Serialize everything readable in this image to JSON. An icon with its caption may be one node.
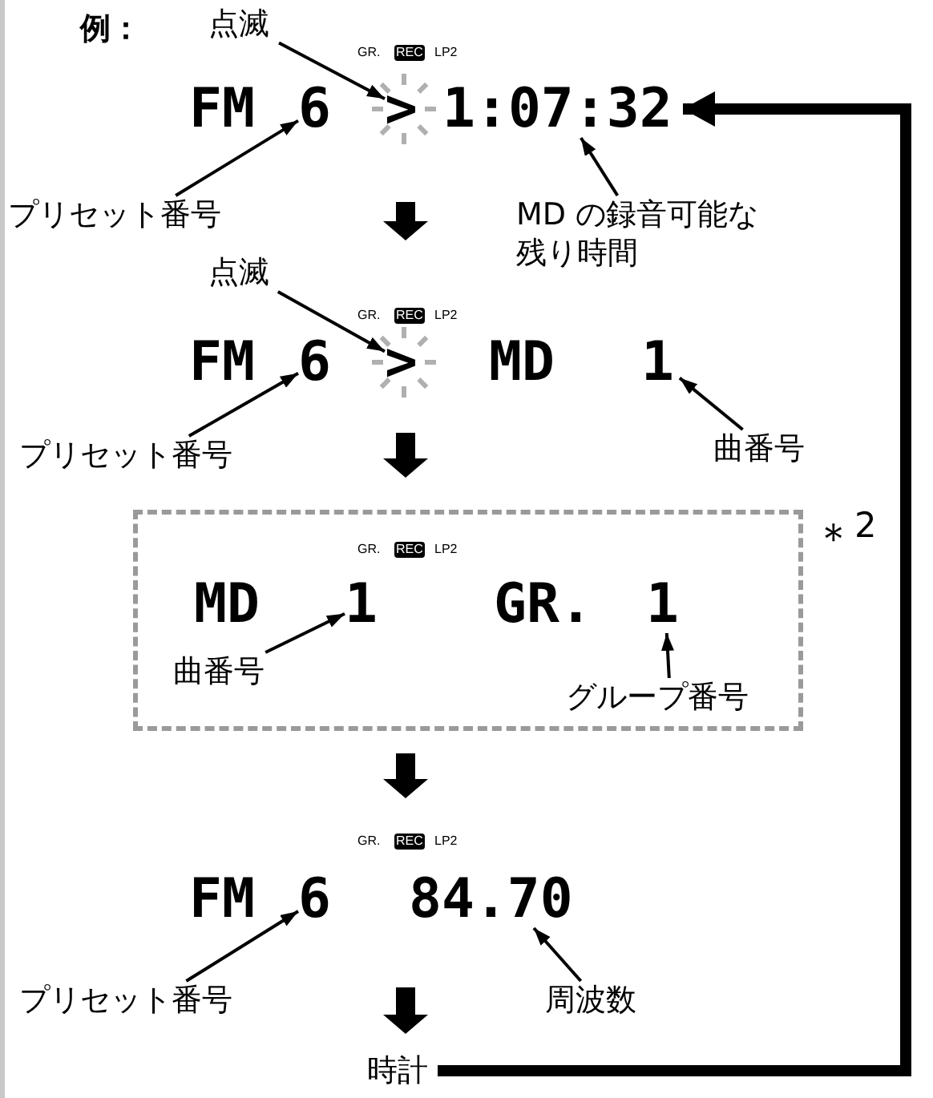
{
  "diagram": {
    "nodes": [
      {
        "text": [
          "点滅"
        ]
      },
      {
        "text": [
          "FM"
        ]
      },
      {
        "text": [
          "6"
        ]
      },
      {
        "text": [
          ">"
        ]
      },
      {
        "text": [
          "1:07:32"
        ]
      },
      {
        "text": [
          "プリセット番号"
        ]
      },
      {
        "text": [
          "MD の録音可能な残り時間"
        ]
      },
      {
        "text": [
          "点滅"
        ]
      },
      {
        "text": [
          "FM"
        ]
      },
      {
        "text": [
          "6"
        ]
      },
      {
        "text": [
          ">"
        ]
      },
      {
        "text": [
          "MD"
        ]
      },
      {
        "text": [
          "1"
        ]
      },
      {
        "text": [
          "プリセット番号"
        ]
      },
      {
        "text": [
          "曲番号"
        ]
      },
      {
        "text": [],
        "shape": "box",
        "beside": [
          "＊$^{2}$"
        ]
      },
      {
        "text": [
          "MD"
        ],
        "in": 15
      },
      {
        "text": [
          "1"
        ],
        "in": 15
      },
      {
        "text": [
          "GR."
        ],
        "in": 15
      },
      {
        "text": [
          "1"
        ],
        "in": 15
      },
      {
        "text": [
          "曲番号"
        ],
        "in": 15
      },
      {
        "text": [
          "グループ番号"
        ],
        "in": 15
      },
      {
        "text": [
          "FM"
        ]
      },
      {
        "text": [
          "6"
        ]
      },
      {
        "text": [
          "84.70"
        ]
      },
      {
        "text": [
          "プリセット番号"
        ]
      },
      {
        "text": [
          "周波数"
        ]
      },
      {
        "text": [
          "時計"
        ]
      }
    ],
    "edges": [
      {
        "from": 0,
        "to": 3,
        "arrow": "to"
      },
      {
        "from": 5,
        "to": 2,
        "arrow": "to"
      },
      {
        "from": 6,
        "to": 4,
        "arrow": "to"
      },
      {
        "from": 7,
        "to": 10,
        "arrow": "to"
      },
      {
        "from": 13,
        "to": 9,
        "arrow": "to"
      },
      {
        "from": 14,
        "to": 12,
        "arrow": "to"
      },
      {
        "from": 20,
        "to": 17,
        "arrow": "to"
      },
      {
        "from": 21,
        "to": 19,
        "arrow": "to"
      },
      {
        "from": 25,
        "to": 23,
        "arrow": "to"
      },
      {
        "from": 26,
        "to": 24,
        "arrow": "to"
      },
      {
        "from": 27,
        "to": 4,
        "arrow": "to",
        "style": "thick"
      }
    ],
    "labels": [
      "例：",
      "GR.",
      "REC",
      "LP2",
      "GR.",
      "REC",
      "LP2",
      "GR.",
      "REC",
      "LP2",
      "GR.",
      "REC",
      "LP2"
    ]
  }
}
